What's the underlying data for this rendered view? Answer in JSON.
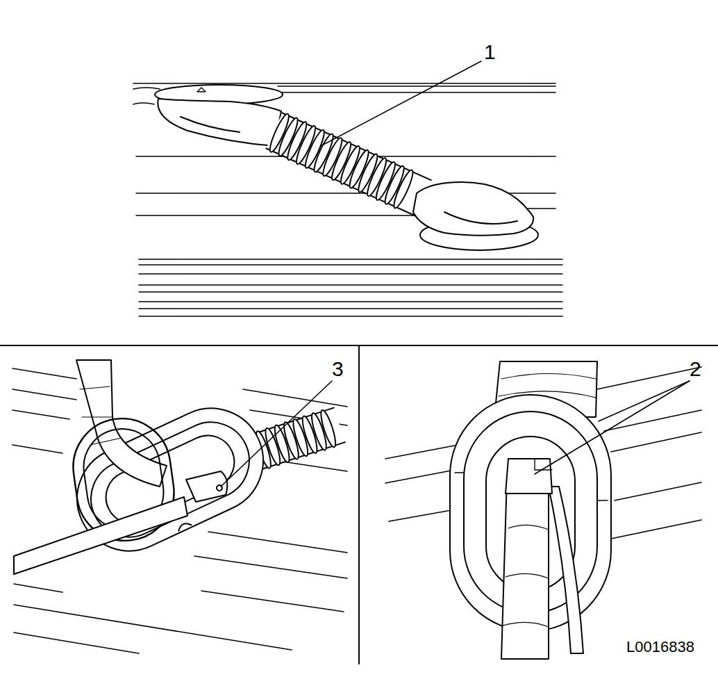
{
  "diagram": {
    "labels": [
      "1",
      "3",
      "2",
      "L0016838"
    ]
  }
}
